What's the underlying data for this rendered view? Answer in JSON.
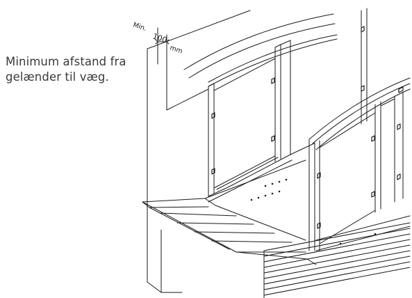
{
  "caption": {
    "line1": "Minimum afstand fra",
    "line2": "gelænder til væg."
  },
  "dimension": {
    "min": "Min.",
    "value": "100",
    "unit": "mm"
  }
}
